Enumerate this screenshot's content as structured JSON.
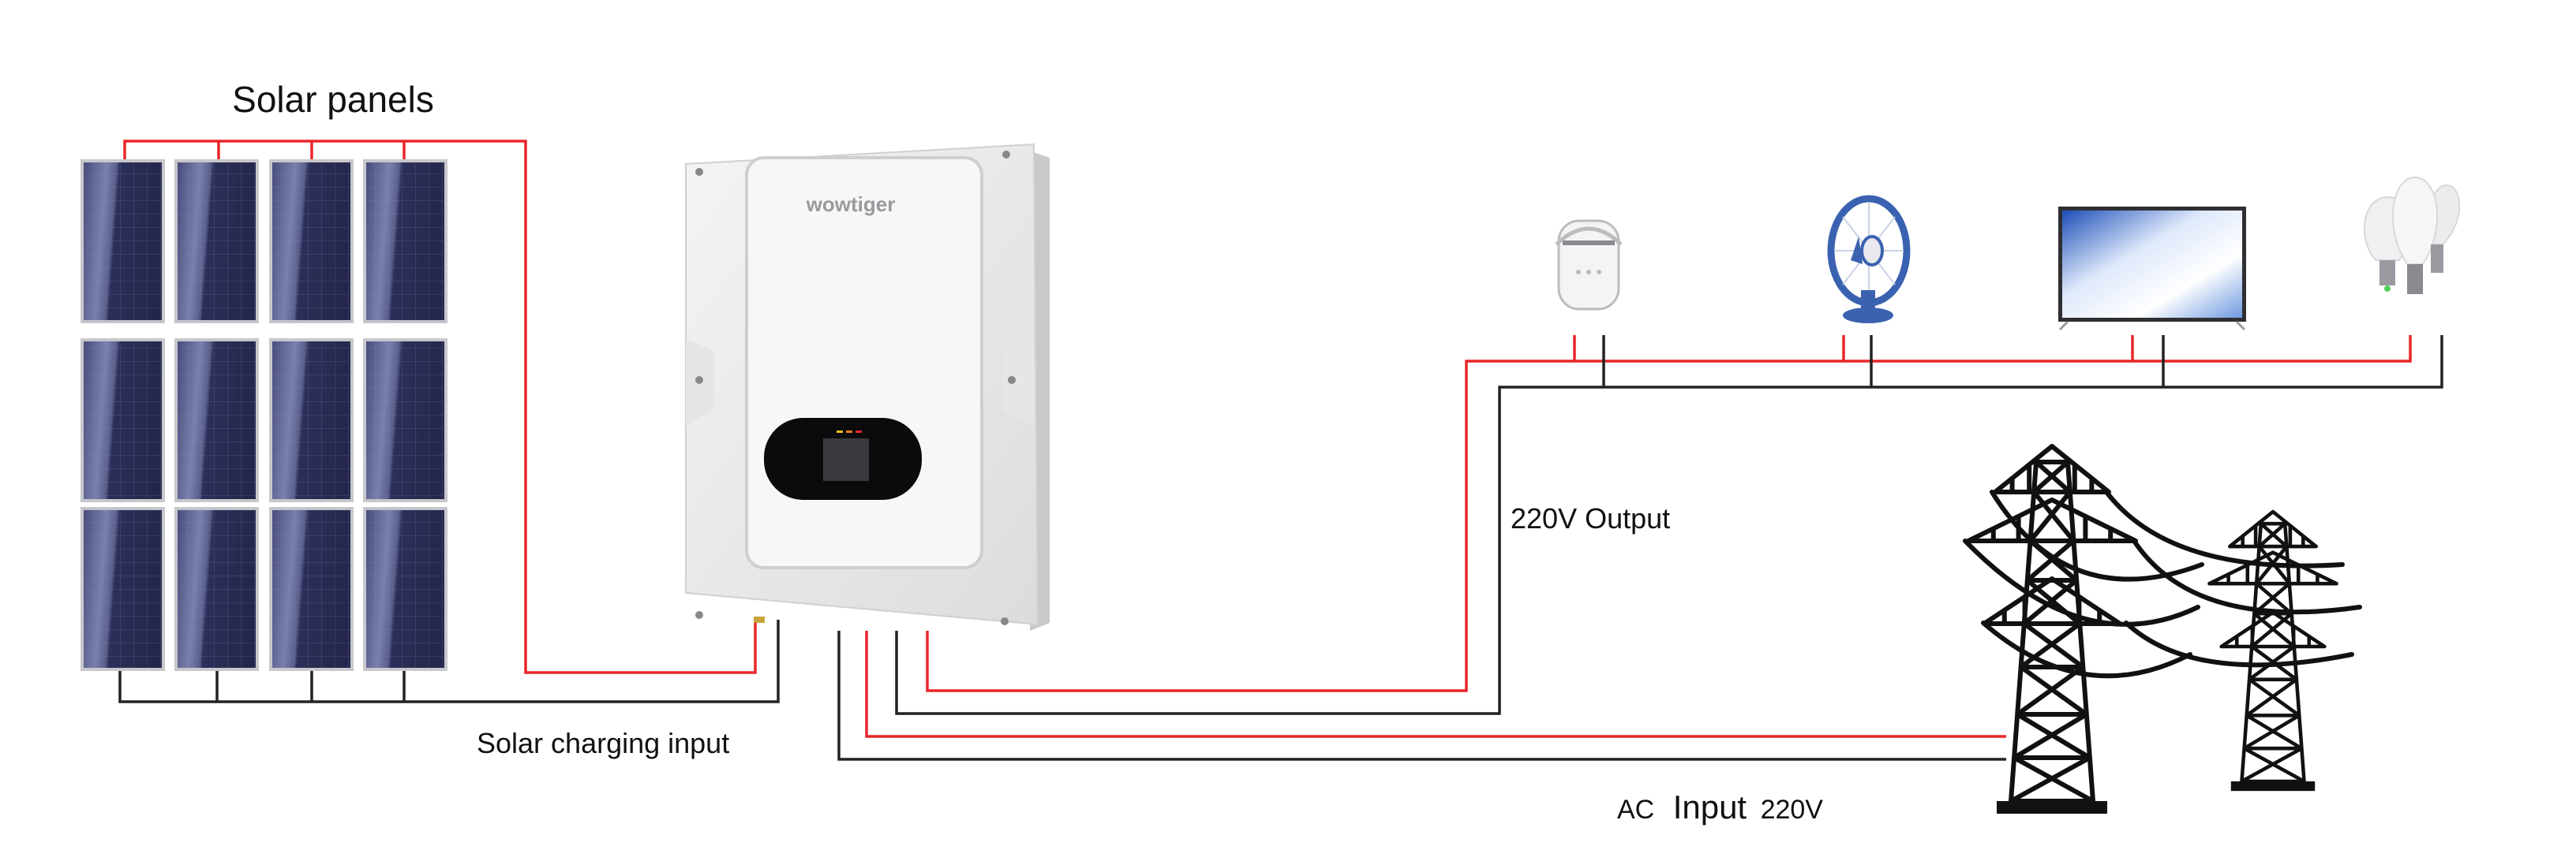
{
  "labels": {
    "solar_panels": "Solar panels",
    "solar_charging_input": "Solar charging input",
    "output": "220V Output",
    "ac_prefix": "AC",
    "ac_input": "Input",
    "ac_voltage": "220V"
  },
  "inverter": {
    "brand": "wowtiger"
  },
  "appliances": [
    "rice-cooker",
    "desk-fan",
    "television",
    "light-bulbs"
  ],
  "colors": {
    "positive_wire": "#e8262a",
    "negative_wire": "#222222",
    "panel": "#2b2e55",
    "fan": "#3a62b0"
  }
}
